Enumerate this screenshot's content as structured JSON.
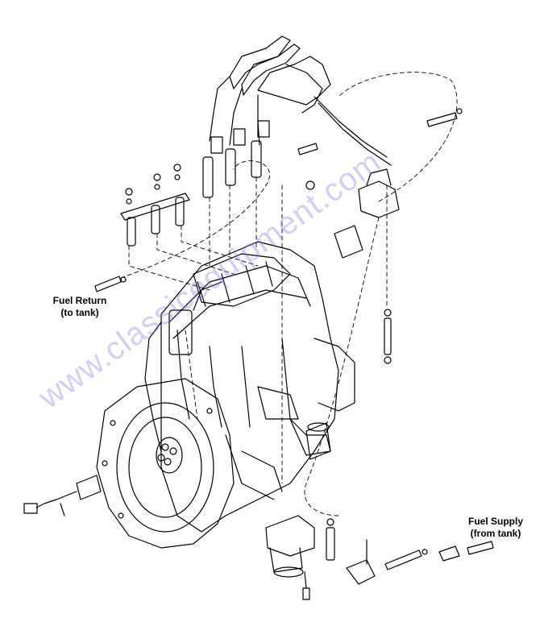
{
  "callouts": {
    "fuel_return_line1": "Fuel Return",
    "fuel_return_line2": "(to tank)",
    "fuel_supply_line1": "Fuel Supply",
    "fuel_supply_line2": "(from tank)"
  },
  "watermark": {
    "text": "www.classicequipment.com"
  },
  "colors": {
    "line": "#000000",
    "watermark": "#7878e6",
    "background": "#ffffff"
  }
}
